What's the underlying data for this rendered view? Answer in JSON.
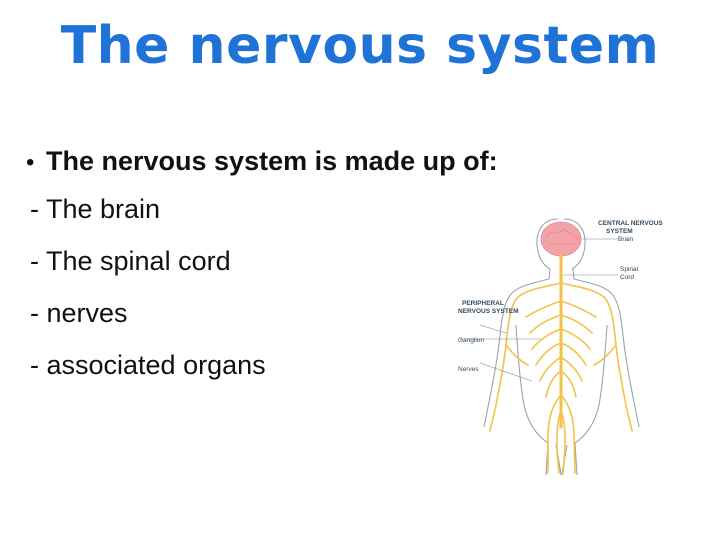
{
  "slide": {
    "title": "The nervous system",
    "bullet": "The nervous system is made up of:",
    "items": [
      "- The brain",
      "- The spinal cord",
      "- nerves",
      "- associated organs"
    ]
  },
  "figure": {
    "label_central_1": "CENTRAL NERVOUS",
    "label_central_2": "SYSTEM",
    "label_brain": "Brain",
    "label_spinal_1": "Spinal",
    "label_spinal_2": "Cord",
    "label_peripheral_1": "PERIPHERAL",
    "label_peripheral_2": "NERVOUS SYSTEM",
    "label_ganglion": "Ganglion",
    "label_nerves": "Nerves",
    "colors": {
      "title": "#1f72d6",
      "nerve": "#f2c24a",
      "brain": "#f3a3a8",
      "body_outline": "#9aa4ab"
    }
  }
}
